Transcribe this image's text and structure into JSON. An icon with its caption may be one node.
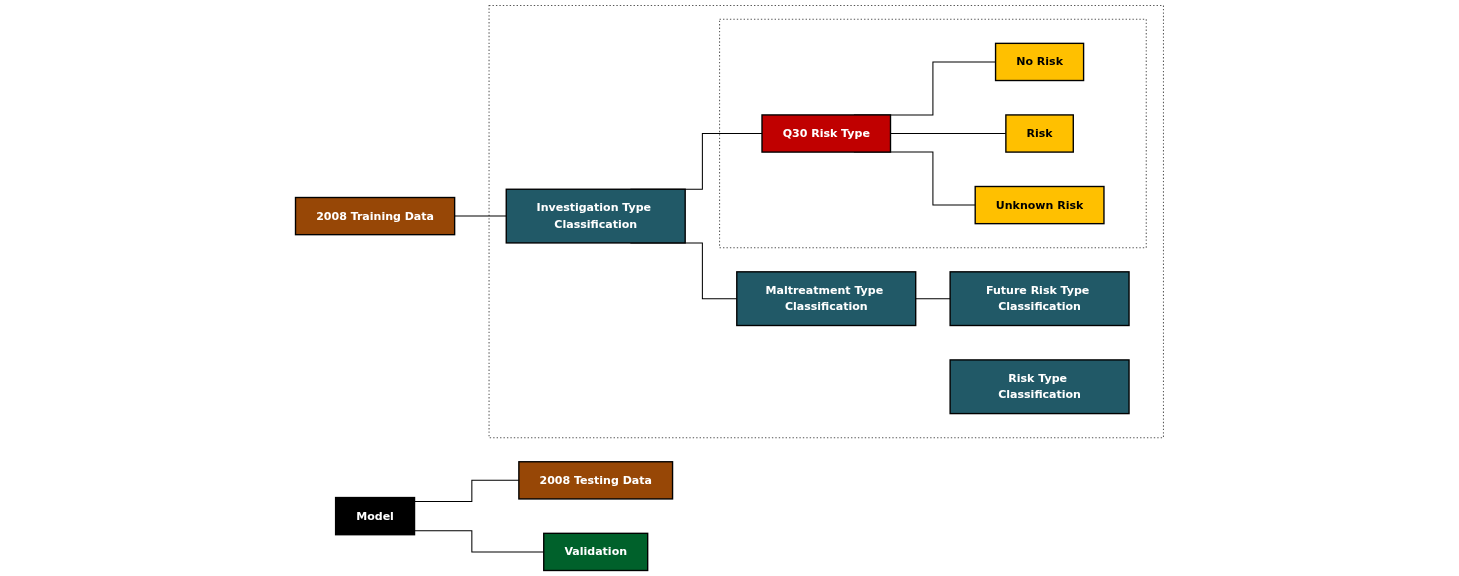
{
  "diagram": {
    "nodes": [
      {
        "text": [
          "2008 Training Data"
        ]
      },
      {
        "text": [],
        "shape": "box"
      },
      {
        "text": [
          "Maltreatment Type Classification"
        ],
        "in": 1
      },
      {
        "text": [
          "Investigation Type Classification"
        ],
        "in": 1
      },
      {
        "text": [
          "Future Risk Type Classification"
        ],
        "in": 1
      },
      {
        "text": [],
        "shape": "box",
        "in": 1
      },
      {
        "text": [
          "Q30 Risk Type"
        ],
        "in": 5
      },
      {
        "text": [
          "No Risk"
        ],
        "in": 5
      },
      {
        "text": [
          "Risk"
        ],
        "in": 5
      },
      {
        "text": [
          "Unknown Risk"
        ],
        "in": 5
      },
      {
        "text": [
          "Risk Type Classification"
        ],
        "in": 1
      },
      {
        "text": [
          "Model"
        ]
      },
      {
        "text": [
          "2008 Testing Data"
        ]
      },
      {
        "text": [
          "Validation"
        ]
      }
    ],
    "edges": [
      {
        "from": 0,
        "to": 3,
        "arrow": "none"
      },
      {
        "from": 3,
        "to": 2,
        "arrow": "none"
      },
      {
        "from": 2,
        "to": 4,
        "arrow": "none"
      },
      {
        "from": 3,
        "to": 6,
        "arrow": "none"
      },
      {
        "from": 6,
        "to": 7,
        "arrow": "none"
      },
      {
        "from": 6,
        "to": 8,
        "arrow": "none"
      },
      {
        "from": 6,
        "to": 9,
        "arrow": "none"
      },
      {
        "from": 11,
        "to": 12,
        "arrow": "none"
      },
      {
        "from": 11,
        "to": 13,
        "arrow": "none"
      }
    ]
  }
}
